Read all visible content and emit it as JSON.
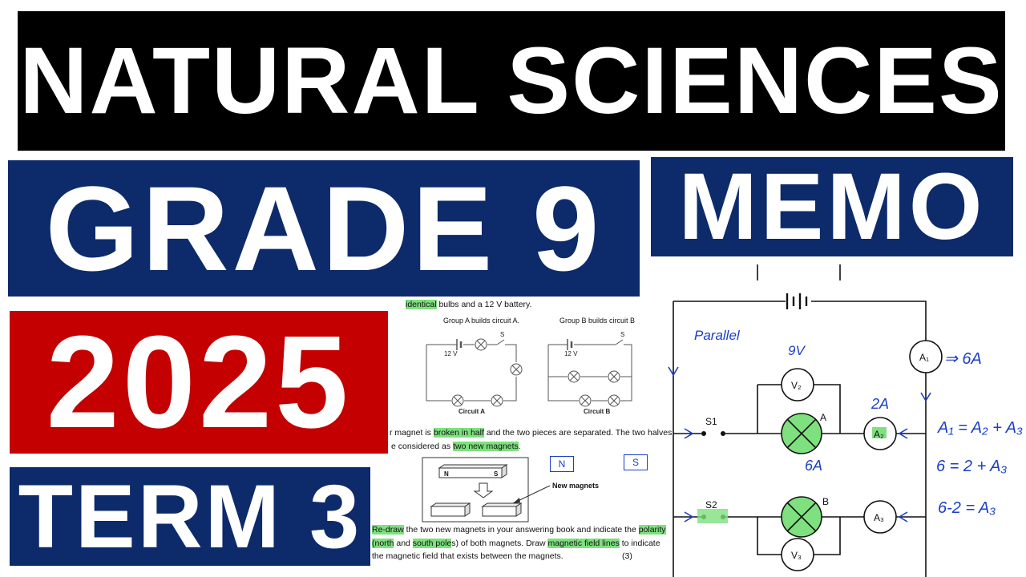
{
  "banners": {
    "title": "NATURAL SCIENCES",
    "grade": "GRADE 9",
    "memo": "MEMO",
    "year": "2025",
    "term": "TERM 3"
  },
  "document": {
    "line1_hl": "identical",
    "line1_rest": " bulbs and a 12 V battery.",
    "group_a": "Group A builds circuit A.",
    "group_b": "Group B builds circuit B",
    "volt_a": "12 V",
    "volt_b": "12 V",
    "switch_a": "S",
    "switch_b": "S",
    "circuit_a_label": "Circuit A",
    "circuit_b_label": "Circuit B",
    "magnet_line1_a": "r magnet is ",
    "magnet_line1_hl": "broken in half",
    "magnet_line1_b": " and the two pieces are separated. The two halves",
    "magnet_line2_a": "e considered as ",
    "magnet_line2_hl": "two new magnets",
    "magnet_line2_b": ".",
    "north_label": "N",
    "south_label": "S",
    "new_magnets_label": "New magnets",
    "hand_n": "N",
    "hand_s": "S",
    "redraw_hl": "Re-draw",
    "redraw_rest": " the two new magnets in your answering book and indicate the ",
    "polarity_hl": "polarity",
    "line_b_hl1": "(north",
    "line_b_and": " and ",
    "line_b_hl2": "south pole",
    "line_b_rest": "s) of both magnets. Draw ",
    "field_hl": "magnetic field lines",
    "line_b_end": " to indicate",
    "line_c": "the magnetic field that exists between the magnets.",
    "marks": "(3)"
  },
  "circuit": {
    "parallel_note": "Parallel",
    "v2_note": "9V",
    "a1_note": "⇒ 6A",
    "a2_note": "2A",
    "lamp_a_note": "6A",
    "eq1": "A₁ = A₂ + A₃",
    "eq2": "6 = 2 + A₃",
    "eq3": "6-2 = A₃",
    "s1": "S1",
    "s2": "S2",
    "lamp_a": "A",
    "lamp_b": "B",
    "meter_a1": "A₁",
    "meter_a2": "A₂",
    "meter_a3": "A₃",
    "meter_v2": "V₂",
    "meter_v3": "V₃",
    "ink_color": "#1a3fc4",
    "highlight_color": "#7ee07e"
  }
}
